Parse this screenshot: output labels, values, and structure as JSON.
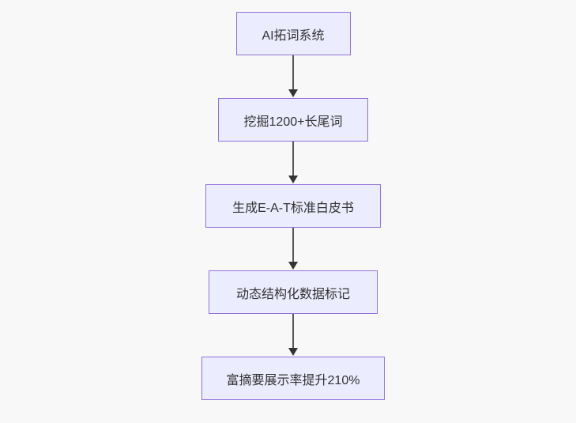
{
  "page": {
    "background_color": "#f8f8f8"
  },
  "flowchart": {
    "type": "flowchart-top-down",
    "node_fill_color": "#ECECFF",
    "node_border_color": "#9370DB",
    "node_text_color": "#333333",
    "edge_line_color": "#585858",
    "arrowhead_color": "#333333",
    "nodes": [
      {
        "label": "AI拓词系统"
      },
      {
        "label": "挖掘1200+长尾词"
      },
      {
        "label": "生成E-A-T标准白皮书"
      },
      {
        "label": "动态结构化数据标记"
      },
      {
        "label": "富摘要展示率提升210%"
      }
    ],
    "edges": [
      {
        "from": 0,
        "to": 1
      },
      {
        "from": 1,
        "to": 2
      },
      {
        "from": 2,
        "to": 3
      },
      {
        "from": 3,
        "to": 4
      }
    ]
  }
}
